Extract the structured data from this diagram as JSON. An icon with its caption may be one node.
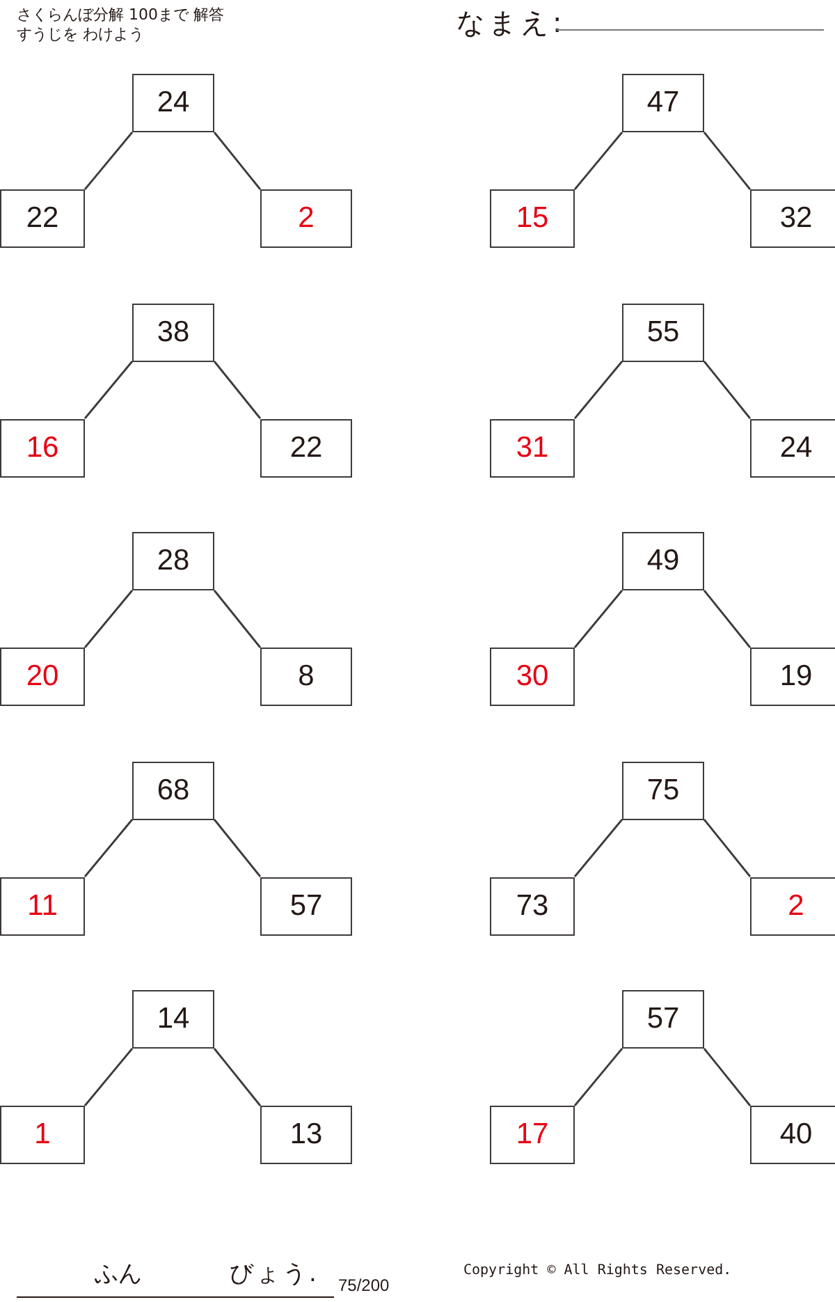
{
  "diagram": {
    "title": "さくらんぼ分解 100まで 解答",
    "nodes": [
      {
        "text": [
          "24"
        ]
      },
      {
        "text": [
          "22"
        ]
      },
      {
        "text": [
          "2"
        ]
      },
      {
        "text": [
          "47"
        ]
      },
      {
        "text": [
          "15"
        ]
      },
      {
        "text": [
          "32"
        ]
      },
      {
        "text": [
          "38"
        ]
      },
      {
        "text": [
          "16"
        ]
      },
      {
        "text": [
          "22"
        ]
      },
      {
        "text": [
          "55"
        ]
      },
      {
        "text": [
          "31"
        ]
      },
      {
        "text": [
          "24"
        ]
      },
      {
        "text": [
          "28"
        ]
      },
      {
        "text": [
          "20"
        ]
      },
      {
        "text": [
          "8"
        ]
      },
      {
        "text": [
          "49"
        ]
      },
      {
        "text": [
          "30"
        ]
      },
      {
        "text": [
          "19"
        ]
      },
      {
        "text": [
          "68"
        ]
      },
      {
        "text": [
          "11"
        ]
      },
      {
        "text": [
          "57"
        ]
      },
      {
        "text": [
          "75"
        ]
      },
      {
        "text": [
          "73"
        ]
      },
      {
        "text": [
          "2"
        ]
      },
      {
        "text": [
          "14"
        ]
      },
      {
        "text": [
          "1"
        ]
      },
      {
        "text": [
          "13"
        ]
      },
      {
        "text": [
          "57"
        ]
      },
      {
        "text": [
          "17"
        ]
      },
      {
        "text": [
          "40"
        ]
      }
    ],
    "edges": [
      {
        "from": 0,
        "to": 1,
        "arrow": "none"
      },
      {
        "from": 0,
        "to": 2,
        "arrow": "none"
      },
      {
        "from": 3,
        "to": 4,
        "arrow": "none"
      },
      {
        "from": 3,
        "to": 5,
        "arrow": "none"
      },
      {
        "from": 6,
        "to": 7,
        "arrow": "none"
      },
      {
        "from": 6,
        "to": 8,
        "arrow": "none"
      },
      {
        "from": 9,
        "to": 10,
        "arrow": "none"
      },
      {
        "from": 9,
        "to": 11,
        "arrow": "none"
      },
      {
        "from": 12,
        "to": 13,
        "arrow": "none"
      },
      {
        "from": 12,
        "to": 14,
        "arrow": "none"
      },
      {
        "from": 15,
        "to": 16,
        "arrow": "none"
      },
      {
        "from": 15,
        "to": 17,
        "arrow": "none"
      },
      {
        "from": 18,
        "to": 19,
        "arrow": "none"
      },
      {
        "from": 18,
        "to": 20,
        "arrow": "none"
      },
      {
        "from": 21,
        "to": 22,
        "arrow": "none"
      },
      {
        "from": 21,
        "to": 23,
        "arrow": "none"
      },
      {
        "from": 24,
        "to": 25,
        "arrow": "none"
      },
      {
        "from": 24,
        "to": 26,
        "arrow": "none"
      },
      {
        "from": 27,
        "to": 28,
        "arrow": "none"
      },
      {
        "from": 27,
        "to": 29,
        "arrow": "none"
      }
    ],
    "labels": [
      "すうじを わけよう",
      "なまえ:",
      "ふん",
      "びょう.",
      "75/200",
      "Copyright © All Rights Reserved."
    ]
  }
}
